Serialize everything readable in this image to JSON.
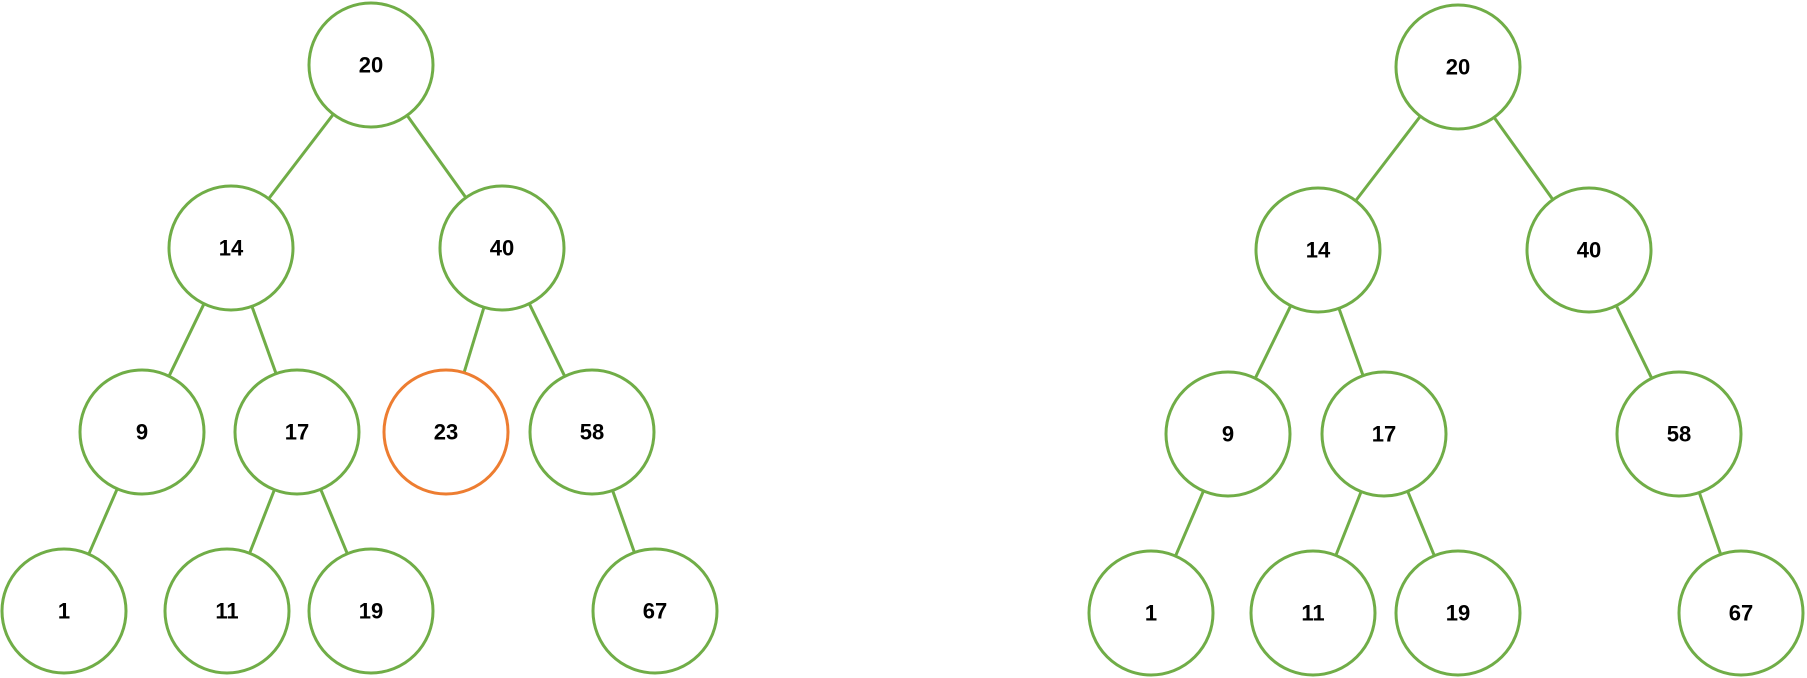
{
  "colors": {
    "node_stroke": "#70AD47",
    "highlight_stroke": "#ED7D31",
    "edge": "#70AD47",
    "label": "#000000"
  },
  "trees": [
    {
      "id": "before",
      "nodes": [
        {
          "id": "n20",
          "label": "20",
          "highlight": false
        },
        {
          "id": "n14",
          "label": "14",
          "highlight": false
        },
        {
          "id": "n40",
          "label": "40",
          "highlight": false
        },
        {
          "id": "n9",
          "label": "9",
          "highlight": false
        },
        {
          "id": "n17",
          "label": "17",
          "highlight": false
        },
        {
          "id": "n23",
          "label": "23",
          "highlight": true
        },
        {
          "id": "n58",
          "label": "58",
          "highlight": false
        },
        {
          "id": "n1",
          "label": "1",
          "highlight": false
        },
        {
          "id": "n11",
          "label": "11",
          "highlight": false
        },
        {
          "id": "n19",
          "label": "19",
          "highlight": false
        },
        {
          "id": "n67",
          "label": "67",
          "highlight": false
        }
      ],
      "edges": [
        [
          "n20",
          "n14"
        ],
        [
          "n20",
          "n40"
        ],
        [
          "n14",
          "n9"
        ],
        [
          "n14",
          "n17"
        ],
        [
          "n40",
          "n23"
        ],
        [
          "n40",
          "n58"
        ],
        [
          "n9",
          "n1"
        ],
        [
          "n17",
          "n11"
        ],
        [
          "n17",
          "n19"
        ],
        [
          "n58",
          "n67"
        ]
      ]
    },
    {
      "id": "after",
      "nodes": [
        {
          "id": "n20",
          "label": "20",
          "highlight": false
        },
        {
          "id": "n14",
          "label": "14",
          "highlight": false
        },
        {
          "id": "n40",
          "label": "40",
          "highlight": false
        },
        {
          "id": "n9",
          "label": "9",
          "highlight": false
        },
        {
          "id": "n17",
          "label": "17",
          "highlight": false
        },
        {
          "id": "n58",
          "label": "58",
          "highlight": false
        },
        {
          "id": "n1",
          "label": "1",
          "highlight": false
        },
        {
          "id": "n11",
          "label": "11",
          "highlight": false
        },
        {
          "id": "n19",
          "label": "19",
          "highlight": false
        },
        {
          "id": "n67",
          "label": "67",
          "highlight": false
        }
      ],
      "edges": [
        [
          "n20",
          "n14"
        ],
        [
          "n20",
          "n40"
        ],
        [
          "n14",
          "n9"
        ],
        [
          "n14",
          "n17"
        ],
        [
          "n40",
          "n58"
        ],
        [
          "n9",
          "n1"
        ],
        [
          "n17",
          "n11"
        ],
        [
          "n17",
          "n19"
        ],
        [
          "n58",
          "n67"
        ]
      ]
    }
  ]
}
